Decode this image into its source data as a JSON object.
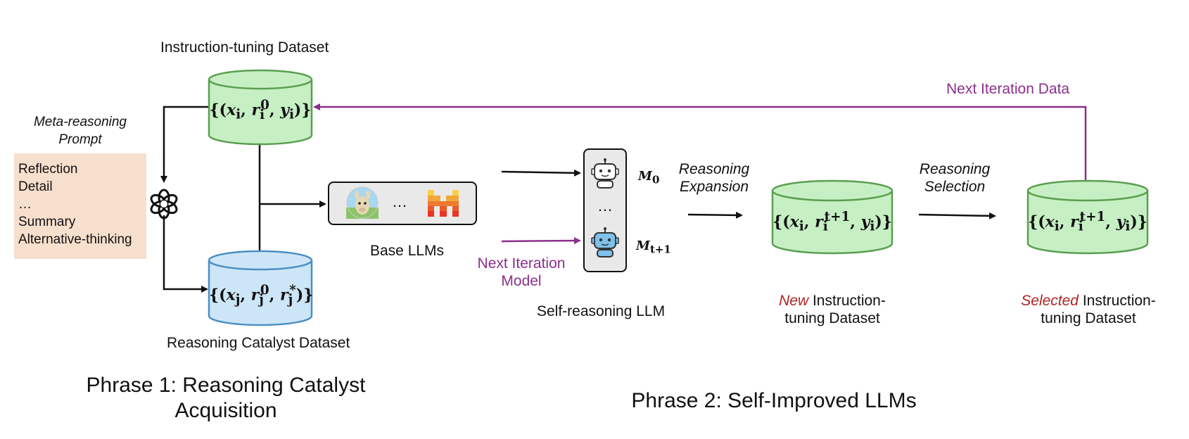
{
  "phase1": {
    "title_line1": "Phrase 1: Reasoning Catalyst",
    "title_line2": "Acquisition",
    "instruction_dataset_label": "Instruction-tuning Dataset",
    "instruction_dataset_formula": "{(xᵢ, rᵢ⁰, yᵢ)}",
    "catalyst_dataset_label": "Reasoning Catalyst Dataset",
    "catalyst_dataset_formula": "{(xⱼ, rⱼ⁰, rⱼ*)}",
    "prompt_title_line1": "Meta-reasoning",
    "prompt_title_line2": "Prompt",
    "prompt_items": [
      "Reflection",
      "Detail",
      "…",
      "Summary",
      "Alternative-thinking"
    ],
    "base_llms_label": "Base LLMs",
    "base_llms_ellipsis": "…"
  },
  "phase2": {
    "title": "Phrase 2: Self-Improved LLMs",
    "self_reasoning_label": "Self-reasoning LLM",
    "model_first": "M",
    "model_first_sub": "0",
    "model_next": "M",
    "model_next_sub": "t+1",
    "models_ellipsis": "…",
    "next_iteration_model_line1": "Next Iteration",
    "next_iteration_model_line2": "Model",
    "expansion_line1": "Reasoning",
    "expansion_line2": "Expansion",
    "selection_line1": "Reasoning",
    "selection_line2": "Selection",
    "new_dataset_formula": "{(xᵢ, rᵢᵗ⁺¹, yᵢ)}",
    "new_dataset_emph": "New",
    "new_dataset_rest1": " Instruction-",
    "new_dataset_rest2": "tuning Dataset",
    "selected_dataset_formula": "{(xᵢ, rᵢᵗ⁺¹, yᵢ)}",
    "selected_dataset_emph": "Selected",
    "selected_dataset_rest1": " Instruction-",
    "selected_dataset_rest2": "tuning Dataset",
    "next_iteration_data": "Next Iteration Data"
  },
  "colors": {
    "green_fill": "#c7efc4",
    "green_stroke": "#5a9f50",
    "blue_fill": "#cde6f7",
    "blue_stroke": "#4b8fc6",
    "purple": "#8b2f8d",
    "emphasis_red": "#b22222",
    "prompt_bg": "#f7dfcd"
  },
  "icons": [
    "openai-logo-icon",
    "llama-icon",
    "mistral-icon",
    "robot-icon"
  ]
}
